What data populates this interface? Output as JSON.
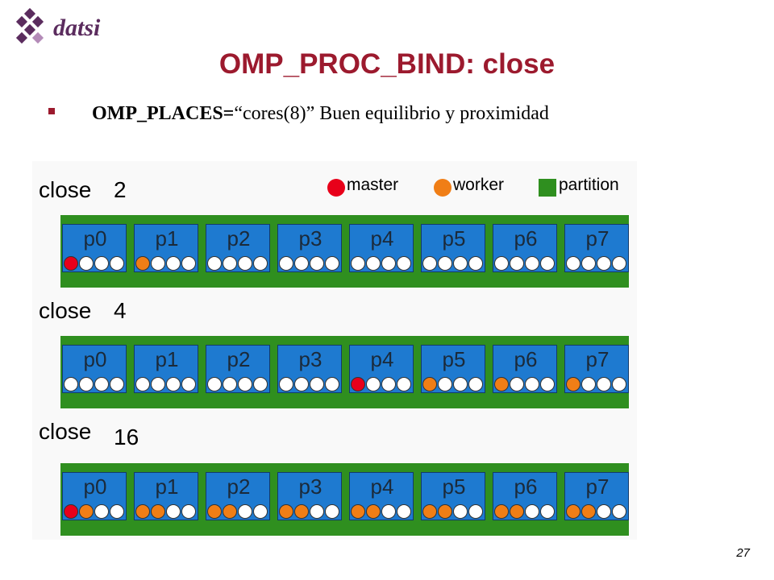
{
  "logo": {
    "text": "datsi"
  },
  "title": "OMP_PROC_BIND: close",
  "bullet": {
    "bold": "OMP_PLACES=",
    "rest": "“cores(8)” Buen equilibrio y proximidad"
  },
  "legend": {
    "master": "master",
    "worker": "worker",
    "partition": "partition"
  },
  "colors": {
    "master": "#e8001a",
    "worker": "#f07e16",
    "partition": "#2f8f1f",
    "processor": "#1e7ad0",
    "title": "#9c1a2e"
  },
  "sections": [
    {
      "label": "close",
      "num": "2",
      "procs": [
        {
          "label": "p0",
          "threads": [
            "master",
            "idle",
            "idle",
            "idle"
          ]
        },
        {
          "label": "p1",
          "threads": [
            "worker",
            "idle",
            "idle",
            "idle"
          ]
        },
        {
          "label": "p2",
          "threads": [
            "idle",
            "idle",
            "idle",
            "idle"
          ]
        },
        {
          "label": "p3",
          "threads": [
            "idle",
            "idle",
            "idle",
            "idle"
          ]
        },
        {
          "label": "p4",
          "threads": [
            "idle",
            "idle",
            "idle",
            "idle"
          ]
        },
        {
          "label": "p5",
          "threads": [
            "idle",
            "idle",
            "idle",
            "idle"
          ]
        },
        {
          "label": "p6",
          "threads": [
            "idle",
            "idle",
            "idle",
            "idle"
          ]
        },
        {
          "label": "p7",
          "threads": [
            "idle",
            "idle",
            "idle",
            "idle"
          ]
        }
      ]
    },
    {
      "label": "close",
      "num": "4",
      "procs": [
        {
          "label": "p0",
          "threads": [
            "idle",
            "idle",
            "idle",
            "idle"
          ]
        },
        {
          "label": "p1",
          "threads": [
            "idle",
            "idle",
            "idle",
            "idle"
          ]
        },
        {
          "label": "p2",
          "threads": [
            "idle",
            "idle",
            "idle",
            "idle"
          ]
        },
        {
          "label": "p3",
          "threads": [
            "idle",
            "idle",
            "idle",
            "idle"
          ]
        },
        {
          "label": "p4",
          "threads": [
            "master",
            "idle",
            "idle",
            "idle"
          ]
        },
        {
          "label": "p5",
          "threads": [
            "worker",
            "idle",
            "idle",
            "idle"
          ]
        },
        {
          "label": "p6",
          "threads": [
            "worker",
            "idle",
            "idle",
            "idle"
          ]
        },
        {
          "label": "p7",
          "threads": [
            "worker",
            "idle",
            "idle",
            "idle"
          ]
        }
      ]
    },
    {
      "label": "close",
      "num": "16",
      "procs": [
        {
          "label": "p0",
          "threads": [
            "master",
            "worker",
            "idle",
            "idle"
          ]
        },
        {
          "label": "p1",
          "threads": [
            "worker",
            "worker",
            "idle",
            "idle"
          ]
        },
        {
          "label": "p2",
          "threads": [
            "worker",
            "worker",
            "idle",
            "idle"
          ]
        },
        {
          "label": "p3",
          "threads": [
            "worker",
            "worker",
            "idle",
            "idle"
          ]
        },
        {
          "label": "p4",
          "threads": [
            "worker",
            "worker",
            "idle",
            "idle"
          ]
        },
        {
          "label": "p5",
          "threads": [
            "worker",
            "worker",
            "idle",
            "idle"
          ]
        },
        {
          "label": "p6",
          "threads": [
            "worker",
            "worker",
            "idle",
            "idle"
          ]
        },
        {
          "label": "p7",
          "threads": [
            "worker",
            "worker",
            "idle",
            "idle"
          ]
        }
      ]
    }
  ],
  "page_number": "27"
}
